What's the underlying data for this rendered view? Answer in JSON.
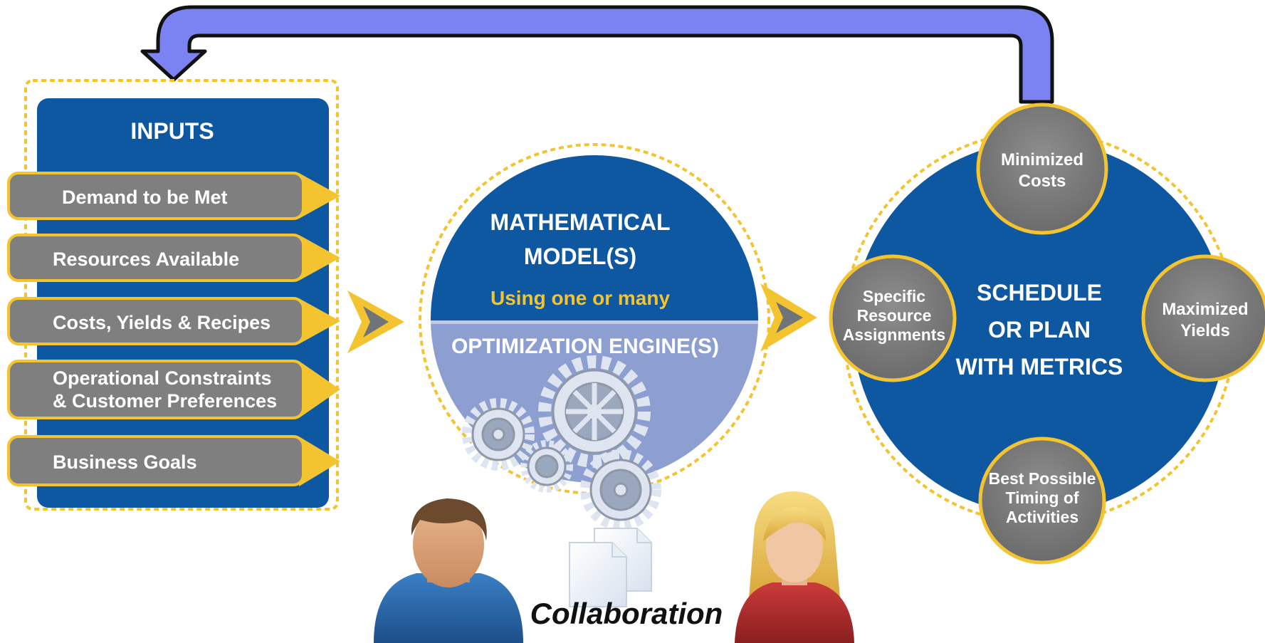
{
  "colors": {
    "panel_blue": "#0e57a1",
    "gold": "#f4c430",
    "grey_pill": "#7f7f7f",
    "light_blue": "#8c9fd0",
    "feedback_arrow": "#7b83f2"
  },
  "inputs": {
    "title": "INPUTS",
    "items": [
      {
        "line1": "Demand to be Met",
        "line2": ""
      },
      {
        "line1": "Resources Available",
        "line2": ""
      },
      {
        "line1": "Costs, Yields & Recipes",
        "line2": ""
      },
      {
        "line1": "Operational Constraints",
        "line2": "& Customer Preferences"
      },
      {
        "line1": "Business Goals",
        "line2": ""
      }
    ]
  },
  "engine": {
    "line1": "MATHEMATICAL",
    "line2": "MODEL(S)",
    "subtitle": "Using one or many",
    "line3": "OPTIMIZATION ENGINE(S)",
    "gears_icon": "gears-icon"
  },
  "output": {
    "center_line1": "SCHEDULE",
    "center_line2": "OR PLAN",
    "center_line3": "WITH METRICS",
    "top": {
      "line1": "Minimized",
      "line2": "Costs",
      "line3": ""
    },
    "right": {
      "line1": "Maximized",
      "line2": "Yields",
      "line3": ""
    },
    "bottom": {
      "line1": "Best Possible",
      "line2": "Timing of",
      "line3": "Activities"
    },
    "left": {
      "line1": "Specific",
      "line2": "Resource",
      "line3": "Assignments"
    }
  },
  "collaboration": {
    "label": "Collaboration",
    "icons": [
      "male-user-icon",
      "documents-icon",
      "female-user-icon"
    ]
  }
}
